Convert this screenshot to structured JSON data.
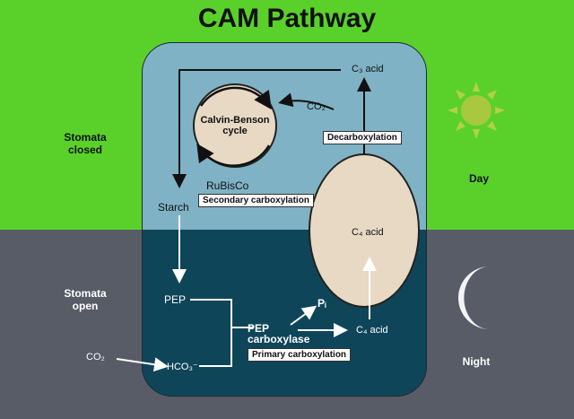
{
  "title": "CAM Pathway",
  "labels": {
    "stomata_closed": "Stomata\nclosed",
    "stomata_open": "Stomata\nopen",
    "day": "Day",
    "night": "Night",
    "calvin_cycle": "Calvin-Benson\ncycle",
    "rubisco": "RuBisCo",
    "secondary_carboxylation": "Secondary carboxylation",
    "starch": "Starch",
    "c3_acid": "C₃ acid",
    "co2_inner": "CO₂",
    "decarboxylation": "Decarboxylation",
    "c4_acid_vacuole": "C₄ acid",
    "pep": "PEP",
    "pep_carboxylase": "PEP\ncarboxylase",
    "pi": "Pᵢ",
    "c4_acid_night": "C₄ acid",
    "primary_carboxylation": "Primary carboxylation",
    "co2_outer": "CO₂",
    "hco3": "HCO₃⁻"
  },
  "icons": {
    "sun": "sun-icon",
    "moon": "crescent-moon-icon"
  },
  "colors": {
    "day_bg": "#5ad12a",
    "night_bg": "#585c66",
    "cell_day": "#7fb2c4",
    "cell_night": "#0f4559",
    "organelle": "#e8d9c4",
    "sun": "#a8c840"
  }
}
